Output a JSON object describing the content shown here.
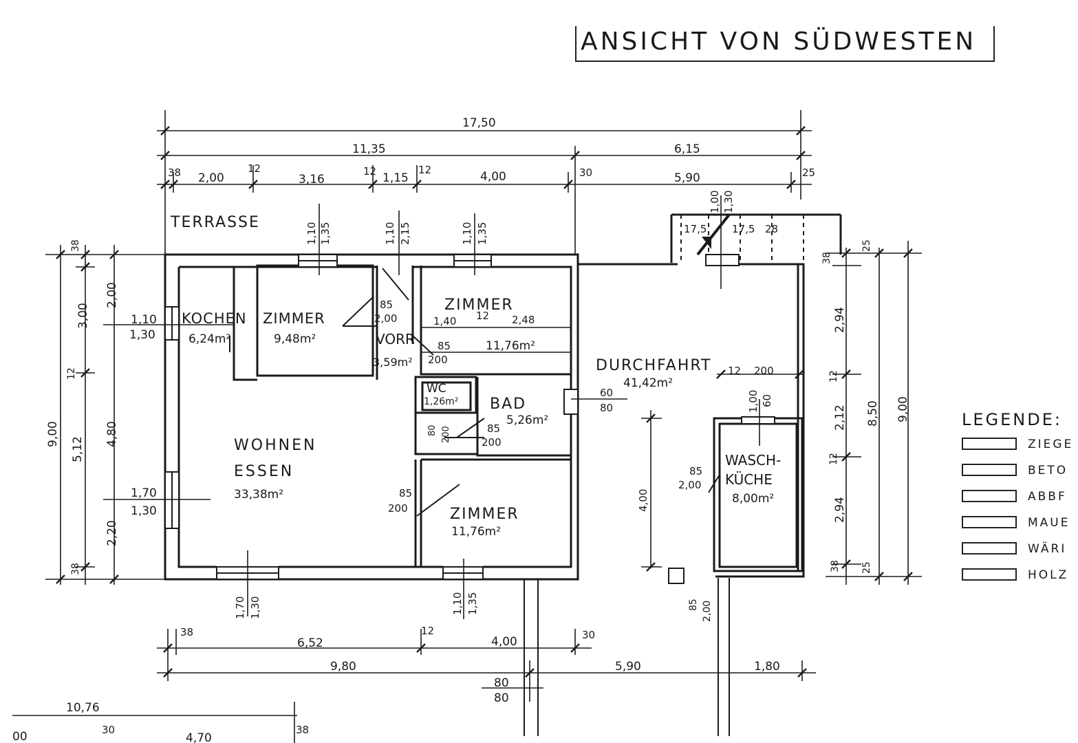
{
  "title": "ANSICHT VON SÜDWESTEN",
  "rooms": {
    "terrasse": "TERRASSE",
    "kochen": "KOCHEN",
    "kochen_area": "6,24m²",
    "zimmer1": "ZIMMER",
    "zimmer1_area": "9,48m²",
    "vorr": "VORR",
    "vorr_area": "3,59m²",
    "zimmer2": "ZIMMER",
    "zimmer2_area": "11,76m²",
    "wc": "WC",
    "wc_area": "1,26m²",
    "bad": "BAD",
    "bad_area": "5,26m²",
    "wohnen": "WOHNEN",
    "essen": "ESSEN",
    "wohnen_area": "33,38m²",
    "zimmer3": "ZIMMER",
    "zimmer3_area": "11,76m²",
    "durchfahrt": "DURCHFAHRT",
    "durchfahrt_area": "41,42m²",
    "wasch": "WASCH-",
    "kuche": "KÜCHE",
    "wasch_area": "8,00m²"
  },
  "dims": {
    "top_total": "17,50",
    "top_left": "11,35",
    "top_right": "6,15",
    "t38": "38",
    "t200": "2,00",
    "t12a": "12",
    "t316": "3,16",
    "t12b": "12",
    "t115": "1,15",
    "t12c": "12",
    "t400": "4,00",
    "t30": "30",
    "t590": "5,90",
    "t25": "25",
    "w1_a": "1,10",
    "w1_b": "1,35",
    "w2_a": "1,10",
    "w2_b": "2,15",
    "w3_a": "1,10",
    "w3_b": "1,35",
    "w4_a": "1,00",
    "w4_b": "1,30",
    "st1": "17,5",
    "st2": "17,5",
    "st3": "28",
    "l38a": "38",
    "l300": "3,00",
    "l200": "2,00",
    "l12": "12",
    "l480": "4,80",
    "l900": "9,00",
    "l512": "5,12",
    "l220": "2,20",
    "l38b": "38",
    "kw_a": "1,10",
    "kw_b": "1,30",
    "ww_a": "1,70",
    "ww_b": "1,30",
    "d85a": "85",
    "d200a": "2,00",
    "d140": "1,40",
    "d12": "12",
    "d248": "2,48",
    "d85b": "85",
    "d200b": "200",
    "d80": "80",
    "d200c": "200",
    "d85c": "85",
    "d200d": "200",
    "d85d": "85",
    "d200e": "200",
    "bw_a": "60",
    "bw_b": "80",
    "dw12": "12",
    "dw200": "200",
    "ww60a": "1,00",
    "ww60b": "60",
    "wk85": "85",
    "wk200": "2,00",
    "d400": "4,00",
    "r25a": "25",
    "r38a": "38",
    "r294a": "2,94",
    "r12a": "12",
    "r212": "2,12",
    "r12b": "12",
    "r294b": "2,94",
    "r38b": "38",
    "r25b": "25",
    "r850": "8,50",
    "r900": "9,00",
    "bw1_a": "1,70",
    "bw1_b": "1,30",
    "bw2_a": "1,10",
    "bw2_b": "1,35",
    "ed85": "85",
    "ed200": "2,00",
    "b38": "38",
    "b652": "6,52",
    "b12": "12",
    "b400": "4,00",
    "b30": "30",
    "b980": "9,80",
    "b590": "5,90",
    "b180": "1,80",
    "p80a": "80",
    "p80b": "80",
    "lower_1076": "10,76",
    "lower_00": "00",
    "lower_30": "30",
    "lower_470": "4,70",
    "lower_38": "38"
  },
  "legend": {
    "title": "LEGENDE:",
    "items": [
      "ZIEGE",
      "BETO",
      "ABBF",
      "MAUE",
      "WÄRI",
      "HOLZ"
    ]
  }
}
